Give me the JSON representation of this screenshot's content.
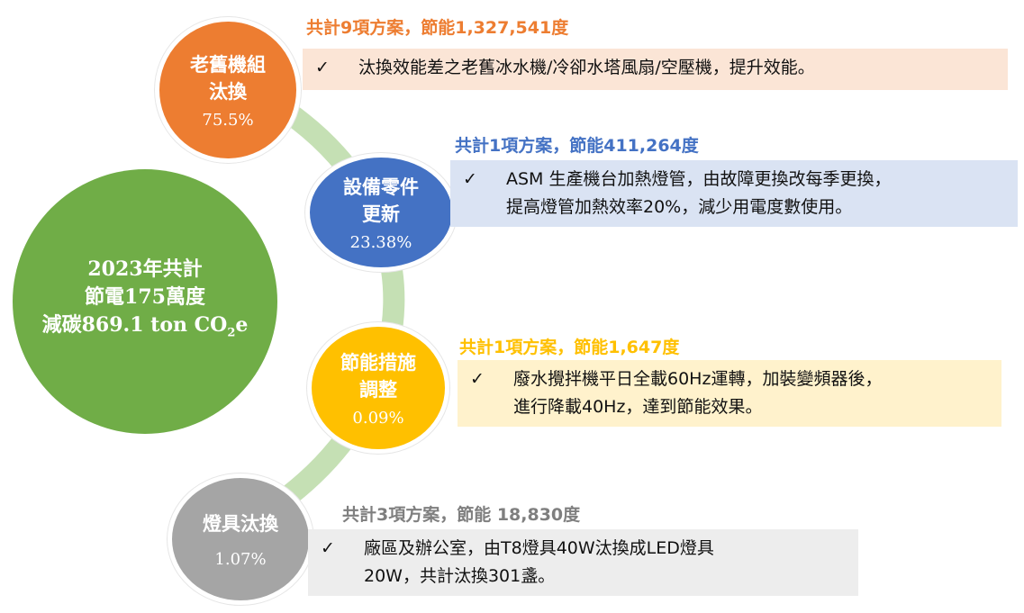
{
  "colors": {
    "summary": "#70ad47",
    "orange": "#ed7d31",
    "blue": "#4472c4",
    "gold": "#ffc000",
    "gray": "#a5a5a5",
    "connector": "#c5e0b4"
  },
  "summary": {
    "line1": "2023年共計",
    "line2": "節電175萬度",
    "line3_prefix": "減碳869.1 ton CO",
    "line3_sub": "2",
    "line3_suffix": "e"
  },
  "items": [
    {
      "title_line1": "老舊機組",
      "title_line2": "汰換",
      "percent": "75.5%",
      "header": "共計9項方案，節能1,327,541度",
      "check": "✓",
      "lines": [
        "汰換效能差之老舊冰水機/冷卻水塔風扇/空壓機，提升效能。"
      ]
    },
    {
      "title_line1": "設備零件",
      "title_line2": "更新",
      "percent": "23.38%",
      "header": "共計1項方案，節能411,264度",
      "check": "✓",
      "lines": [
        "ASM 生產機台加熱燈管，由故障更換改每季更換，",
        "提高燈管加熱效率20%，減少用電度數使用。"
      ]
    },
    {
      "title_line1": "節能措施",
      "title_line2": "調整",
      "percent": "0.09%",
      "header": "共計1項方案，節能1,647度",
      "check": "✓",
      "lines": [
        "廢水攪拌機平日全載60Hz運轉，加裝變頻器後，",
        "進行降載40Hz，達到節能效果。"
      ]
    },
    {
      "title_line1": "燈具汰換",
      "percent": "1.07%",
      "header": "共計3項方案，節能 18,830度",
      "check": "✓",
      "lines": [
        "廠區及辦公室，由T8燈具40W汰換成LED燈具",
        "20W，共計汰換301盞。"
      ]
    }
  ]
}
